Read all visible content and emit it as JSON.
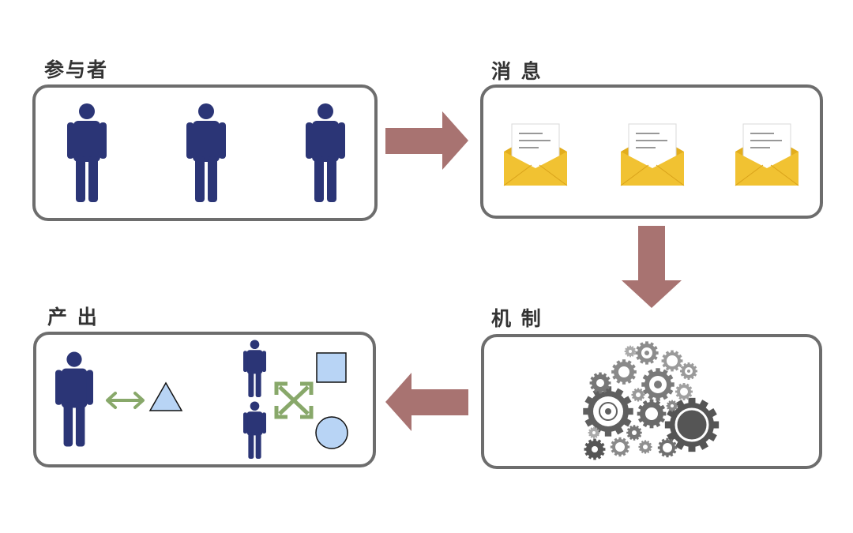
{
  "sections": {
    "participants": {
      "title": "参与者"
    },
    "messages": {
      "title": "消 息"
    },
    "mechanism": {
      "title": "机 制"
    },
    "output": {
      "title": "产 出"
    }
  },
  "colors": {
    "person": "#2b3576",
    "flow_arrow": "#a87371",
    "envelope": "#f1c232",
    "envelope_dark": "#e2ad1d",
    "paper_line": "#777777",
    "relation_arrow": "#88a86a",
    "shape_fill": "#b8d4f5",
    "gear_dark": "#555555",
    "gear_mid": "#8a8a8a",
    "panel_border": "#6d6d6d"
  },
  "icons": {
    "participant": "person-icon",
    "message": "envelope-icon",
    "mechanism": "gears-icon",
    "one_to_one": "double-arrow-icon",
    "many_to_many": "cross-arrows-icon"
  }
}
